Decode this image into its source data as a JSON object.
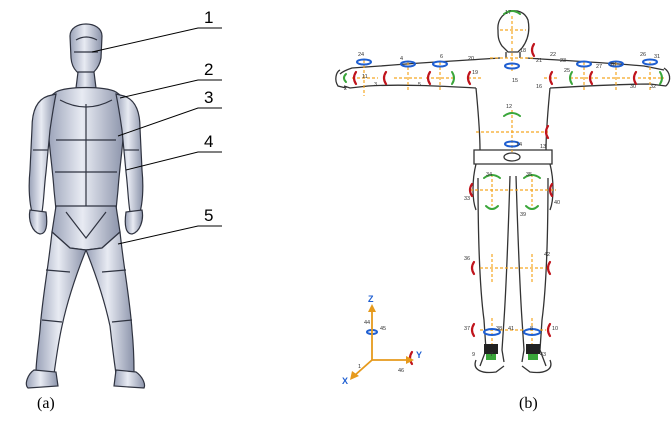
{
  "panel_a": {
    "caption": "(a)",
    "part_labels": [
      "1",
      "2",
      "3",
      "4",
      "5"
    ]
  },
  "panel_b": {
    "caption": "(b)",
    "joint_numbers": [
      "17",
      "18",
      "24",
      "20",
      "19",
      "21",
      "22",
      "23",
      "25",
      "12",
      "13",
      "14",
      "15",
      "16",
      "28",
      "27",
      "26",
      "30",
      "31",
      "32",
      "33",
      "34",
      "35",
      "36",
      "37",
      "38",
      "39",
      "40",
      "41",
      "42",
      "43",
      "44",
      "45",
      "46",
      "1",
      "2",
      "3",
      "4",
      "5",
      "6",
      "7",
      "8",
      "9",
      "10",
      "11"
    ],
    "axes": {
      "z": "Z",
      "y": "Y",
      "x": "X"
    }
  },
  "colors": {
    "mannequin_fill": "#cfd5e4",
    "mannequin_edge": "#2f3340",
    "outline": "#333333",
    "joint_dash": "#f5a623",
    "rot_red": "#c0141c",
    "rot_blue": "#1f5fd1",
    "rot_green": "#3aa63a"
  }
}
